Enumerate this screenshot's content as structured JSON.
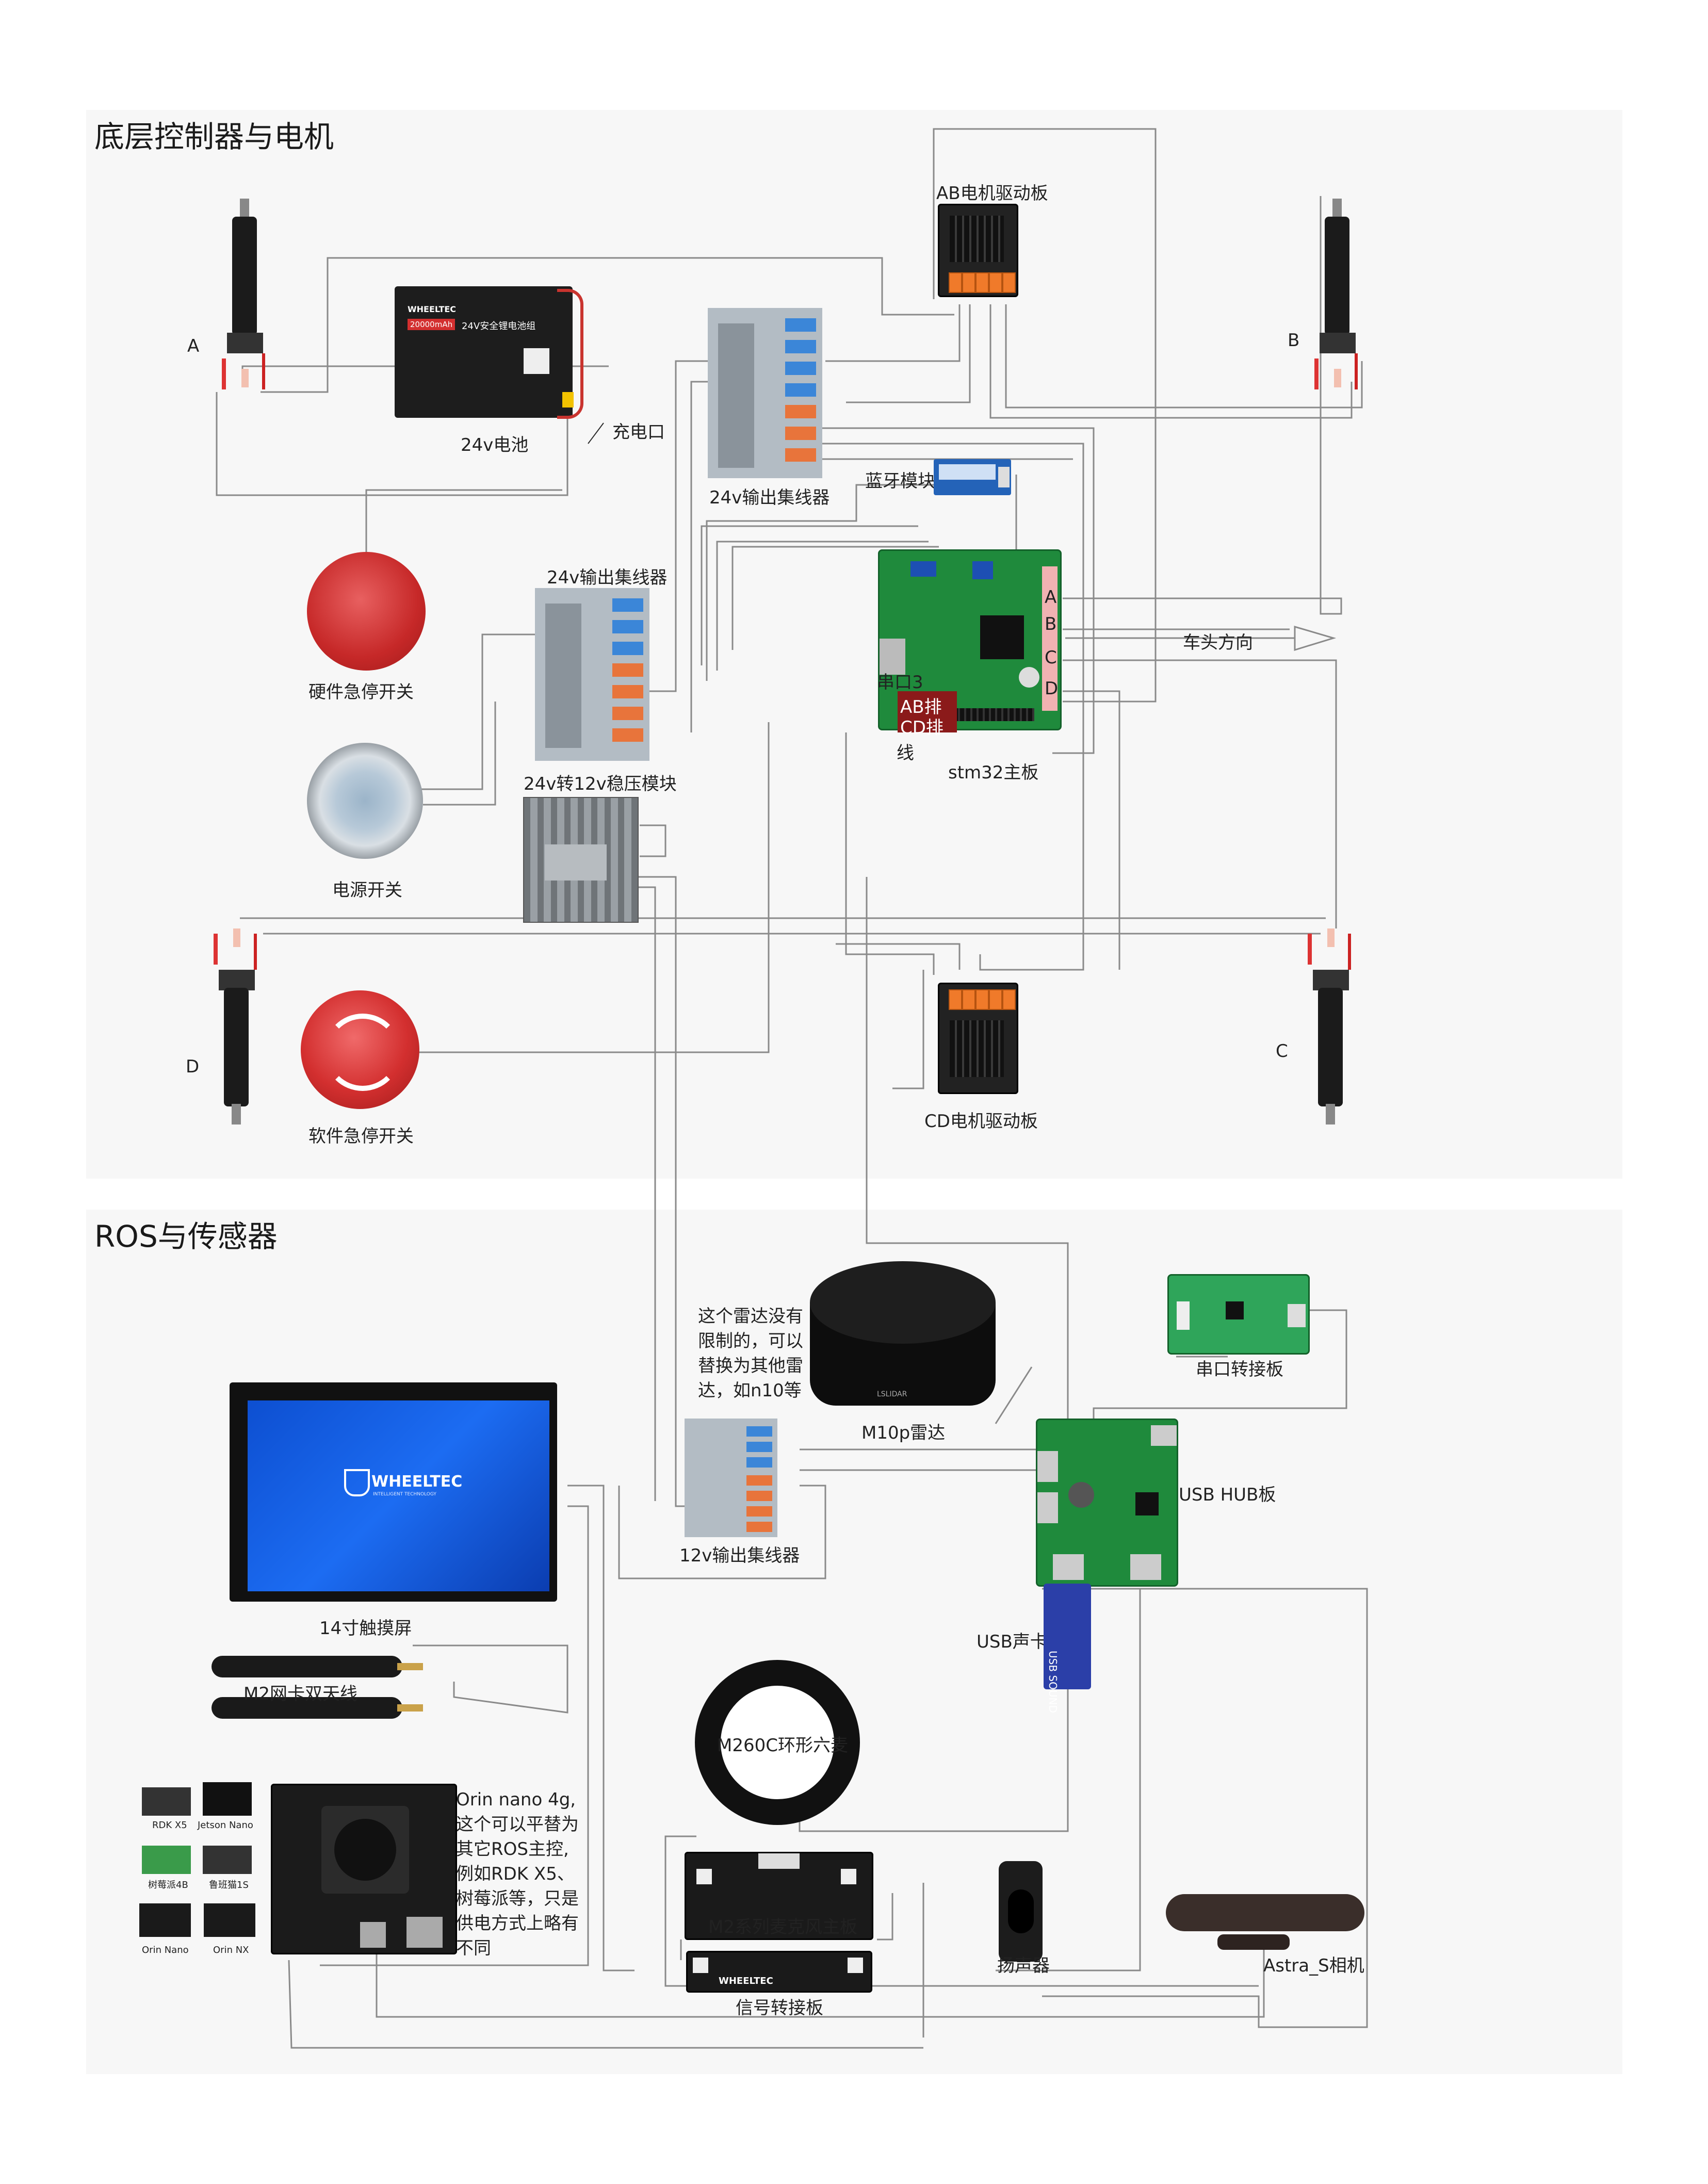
{
  "sections": {
    "top_title": "底层控制器与电机",
    "bottom_title": "ROS与传感器"
  },
  "motors": {
    "a": "A",
    "b": "B",
    "c": "C",
    "d": "D"
  },
  "labels": {
    "ab_driver": "AB电机驱动板",
    "battery": "24v电池",
    "charge_port": "充电口",
    "hub_24v_top": "24v输出集线器",
    "hub_24v_mid": "24v输出集线器",
    "bluetooth": "蓝牙模块",
    "hw_estop": "硬件急停开关",
    "power_switch": "电源开关",
    "regulator": "24v转12v稳压模块",
    "stm32": "stm32主板",
    "uart3": "串口3",
    "ab_cd_cable_1": "AB排",
    "ab_cd_cable_2": "CD排",
    "ab_cd_cable_3": "线",
    "heading": "车头方向",
    "sw_estop": "软件急停开关",
    "cd_driver": "CD电机驱动板",
    "stm_ports": [
      "A",
      "B",
      "C",
      "D"
    ],
    "serial_adapter": "串口转接板",
    "lidar": "M10p雷达",
    "lidar_note": [
      "这个雷达没有",
      "限制的，可以",
      "替换为其他雷",
      "达，如n10等"
    ],
    "usb_hub": "USB HUB板",
    "hub_12v": "12v输出集线器",
    "touchscreen": "14寸触摸屏",
    "usb_sound": "USB声卡",
    "antenna": "M2网卡双天线",
    "mic_array": "M260C环形六麦",
    "orin_note": [
      "Orin nano 4g,",
      "这个可以平替为",
      "其它ROS主控,",
      "例如RDK X5、",
      "树莓派等，只是",
      "供电方式上略有",
      "不同"
    ],
    "mic_board": "M2系列麦克风主板",
    "signal_board": "信号转接板",
    "speaker": "扬声器",
    "camera": "Astra_S相机",
    "alt_boards": [
      "RDK X5",
      "Jetson Nano",
      "树莓派4B",
      "鲁班猫1S",
      "Orin Nano",
      "Orin NX"
    ]
  },
  "battery_text": {
    "brand": "WHEELTEC",
    "capacity": "20000mAh",
    "name": "24V安全锂电池组"
  },
  "screen_text": {
    "brand": "WHEELTEC",
    "sub": "INTELLIGENT TECHNOLOGY"
  },
  "usb_sound_text": "USB SOUND",
  "signal_board_text": "WHEELTEC",
  "lidar_brand": "LSLIDAR"
}
